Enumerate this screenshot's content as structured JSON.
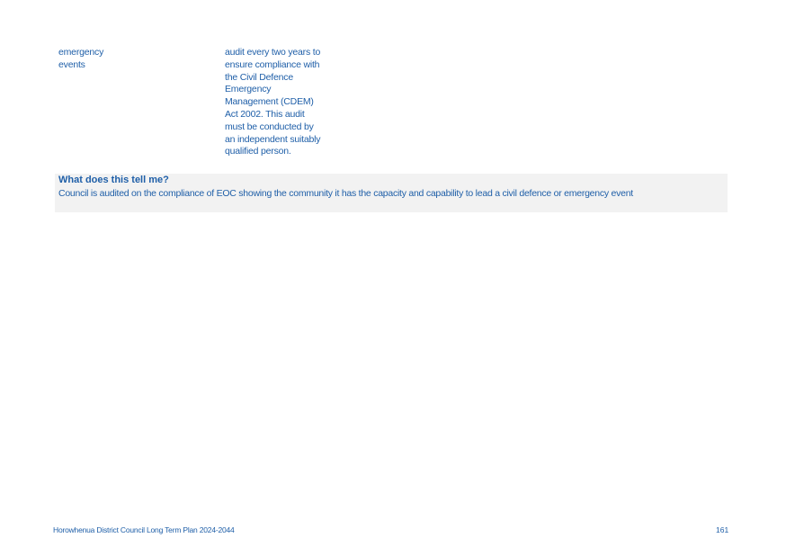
{
  "table": {
    "measure_lines": [
      "emergency",
      "events"
    ],
    "target_lines": [
      "audit every two years to",
      "ensure compliance with",
      "the Civil Defence",
      "Emergency",
      "Management (CDEM)",
      "Act 2002. This audit",
      "must be conducted by",
      "an independent suitably",
      "qualified person."
    ]
  },
  "explanation": {
    "heading": "What does this tell me?",
    "text": "Council is audited on the compliance of EOC showing the community it has the capacity and capability to lead a civil defence or emergency event"
  },
  "footer": {
    "document_title": "Horowhenua District Council Long Term Plan 2024-2044",
    "page_number": "161"
  }
}
